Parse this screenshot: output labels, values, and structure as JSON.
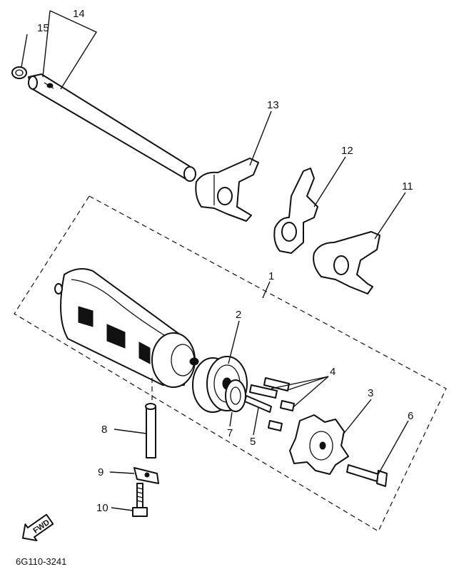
{
  "diagram": {
    "callouts": [
      "1",
      "2",
      "3",
      "4",
      "5",
      "6",
      "7",
      "8",
      "9",
      "10",
      "11",
      "12",
      "13",
      "14",
      "15"
    ],
    "fwd_label": "FWD",
    "drawing_code": "6G110-3241"
  }
}
